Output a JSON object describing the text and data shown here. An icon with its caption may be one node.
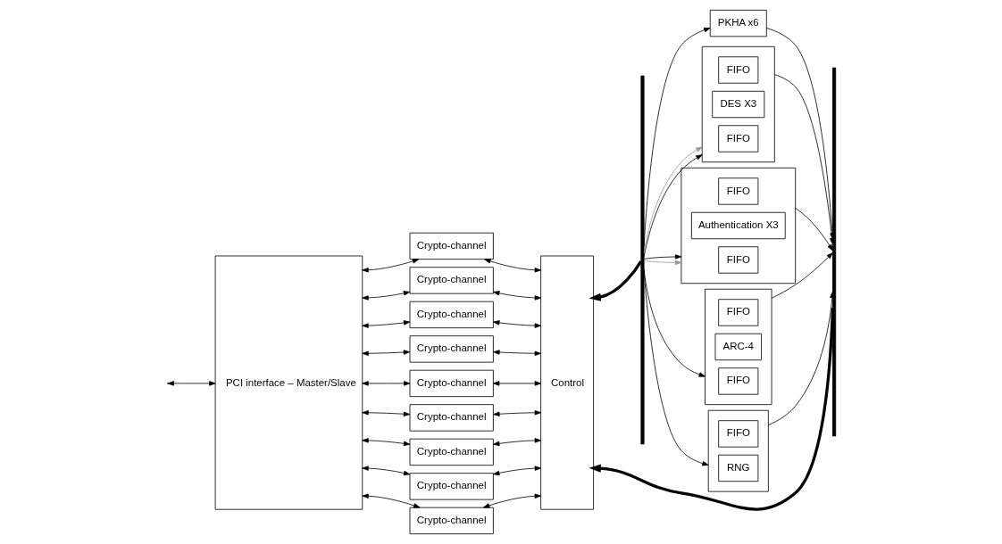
{
  "diagram": {
    "nodes": [
      {
        "text": [
          "PCI interface – Master/Slave"
        ]
      },
      {
        "text": [
          "Crypto-channel"
        ]
      },
      {
        "text": [
          "Crypto-channel"
        ]
      },
      {
        "text": [
          "Crypto-channel"
        ]
      },
      {
        "text": [
          "Crypto-channel"
        ]
      },
      {
        "text": [
          "Crypto-channel"
        ]
      },
      {
        "text": [
          "Crypto-channel"
        ]
      },
      {
        "text": [
          "Crypto-channel"
        ]
      },
      {
        "text": [
          "Crypto-channel"
        ]
      },
      {
        "text": [
          "Crypto-channel"
        ]
      },
      {
        "text": [
          "Control"
        ]
      },
      {
        "text": [],
        "shape": "bar"
      },
      {
        "text": [
          "PKHA x6"
        ]
      },
      {
        "text": [],
        "shape": "box"
      },
      {
        "text": [
          "FIFO"
        ],
        "in": 13
      },
      {
        "text": [
          "DES X3"
        ],
        "in": 13
      },
      {
        "text": [
          "FIFO"
        ],
        "in": 13
      },
      {
        "text": [],
        "shape": "box"
      },
      {
        "text": [
          "FIFO"
        ],
        "in": 17
      },
      {
        "text": [
          "Authentication X3"
        ],
        "in": 17
      },
      {
        "text": [
          "FIFO"
        ],
        "in": 17
      },
      {
        "text": [],
        "shape": "box"
      },
      {
        "text": [
          "FIFO"
        ],
        "in": 21
      },
      {
        "text": [
          "ARC-4"
        ],
        "in": 21
      },
      {
        "text": [
          "FIFO"
        ],
        "in": 21
      },
      {
        "text": [],
        "shape": "box"
      },
      {
        "text": [
          "RNG"
        ],
        "in": 25
      },
      {
        "text": [
          "FIFO"
        ],
        "in": 25
      },
      {
        "text": [],
        "shape": "bar"
      }
    ],
    "edges": [
      {
        "from": null,
        "to": 0,
        "arrow": "both"
      },
      {
        "from": 0,
        "to": 1,
        "arrow": "both"
      },
      {
        "from": 0,
        "to": 2,
        "arrow": "both"
      },
      {
        "from": 0,
        "to": 3,
        "arrow": "both"
      },
      {
        "from": 0,
        "to": 4,
        "arrow": "both"
      },
      {
        "from": 0,
        "to": 5,
        "arrow": "both"
      },
      {
        "from": 0,
        "to": 6,
        "arrow": "both"
      },
      {
        "from": 0,
        "to": 7,
        "arrow": "both"
      },
      {
        "from": 0,
        "to": 8,
        "arrow": "both"
      },
      {
        "from": 0,
        "to": 9,
        "arrow": "both"
      },
      {
        "from": 1,
        "to": 10,
        "arrow": "both"
      },
      {
        "from": 2,
        "to": 10,
        "arrow": "both"
      },
      {
        "from": 3,
        "to": 10,
        "arrow": "both"
      },
      {
        "from": 4,
        "to": 10,
        "arrow": "both"
      },
      {
        "from": 5,
        "to": 10,
        "arrow": "both"
      },
      {
        "from": 6,
        "to": 10,
        "arrow": "both"
      },
      {
        "from": 7,
        "to": 10,
        "arrow": "both"
      },
      {
        "from": 8,
        "to": 10,
        "arrow": "both"
      },
      {
        "from": 9,
        "to": 10,
        "arrow": "both"
      },
      {
        "from": 11,
        "to": 10,
        "arrow": "to",
        "style": "thick"
      },
      {
        "from": 11,
        "to": 12,
        "arrow": "to"
      },
      {
        "from": 11,
        "to": 13,
        "arrow": "to"
      },
      {
        "from": 11,
        "to": 13,
        "arrow": "to",
        "color": "#999999"
      },
      {
        "from": 11,
        "to": 17,
        "arrow": "to",
        "color": "#999999"
      },
      {
        "from": 11,
        "to": 17,
        "arrow": "to"
      },
      {
        "from": 11,
        "to": 21,
        "arrow": "to"
      },
      {
        "from": 11,
        "to": 25,
        "arrow": "to"
      },
      {
        "from": 12,
        "to": 28,
        "arrow": "to"
      },
      {
        "from": 13,
        "to": 28,
        "arrow": "to"
      },
      {
        "from": 17,
        "to": 28,
        "arrow": "to"
      },
      {
        "from": 21,
        "to": 28,
        "arrow": "to"
      },
      {
        "from": 25,
        "to": 28,
        "arrow": "to"
      },
      {
        "from": 28,
        "to": 10,
        "arrow": "to",
        "style": "thick"
      }
    ]
  }
}
